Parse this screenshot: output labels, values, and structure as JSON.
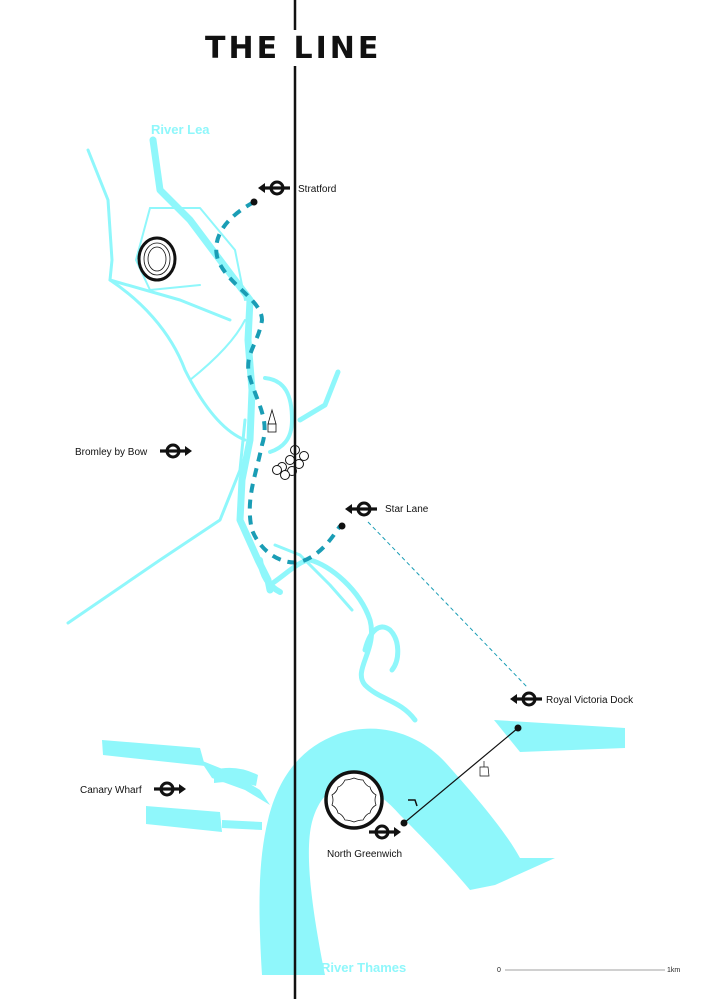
{
  "title": "THE LINE",
  "rivers": {
    "lea": "River Lea",
    "thames": "River Thames"
  },
  "stations": {
    "stratford": "Stratford",
    "bromley_by_bow": "Bromley by Bow",
    "star_lane": "Star Lane",
    "royal_victoria_dock": "Royal Victoria Dock",
    "canary_wharf": "Canary Wharf",
    "north_greenwich": "North Greenwich"
  },
  "scale": {
    "start": "0",
    "end": "1km"
  },
  "colors": {
    "water": "#8ff7fb",
    "route": "#1a9db5",
    "line": "#111111"
  },
  "icons": [
    "underground-roundel-icon",
    "olympic-stadium-icon",
    "sculpture-icon",
    "rings-sculpture-icon",
    "o2-dome-icon",
    "cable-car-icon"
  ]
}
